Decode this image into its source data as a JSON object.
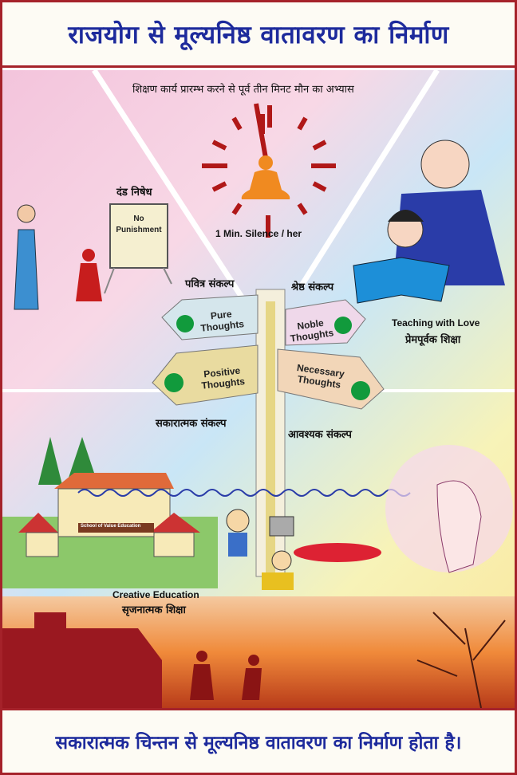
{
  "title": "राजयोग से मूल्यनिष्ठ वातावरण का निर्माण",
  "footer": "सकारात्मक चिन्तन से मूल्यनिष्ठ वातावरण का निर्माण होता है।",
  "silence": {
    "hindi": "शिक्षण कार्य प्रारम्भ करने से पूर्व तीन मिनट मौन का अभ्यास",
    "english": "1 Min. Silence / her"
  },
  "punishment": {
    "hindi": "दंड निषेध",
    "board": "No Punishment"
  },
  "love": {
    "english": "Teaching with Love",
    "hindi": "प्रेमपूर्वक शिक्षा"
  },
  "signs": [
    {
      "hindi": "पवित्र संकल्प",
      "english": "Pure Thoughts"
    },
    {
      "hindi": "श्रेष्ठ संकल्प",
      "english": "Noble Thoughts"
    },
    {
      "hindi": "सकारात्मक संकल्प",
      "english": "Positive Thoughts"
    },
    {
      "hindi": "आवश्यक संकल्प",
      "english": "Necessary Thoughts"
    }
  ],
  "school": {
    "sign": "School of Value Education"
  },
  "creative": {
    "english": "Creative Education",
    "hindi": "सृजनात्मक शिक्षा"
  },
  "colors": {
    "border": "#a5222a",
    "title": "#1d2a9c",
    "clock": "#b01818",
    "meditator": "#f08a20",
    "dot": "#119a3c"
  }
}
